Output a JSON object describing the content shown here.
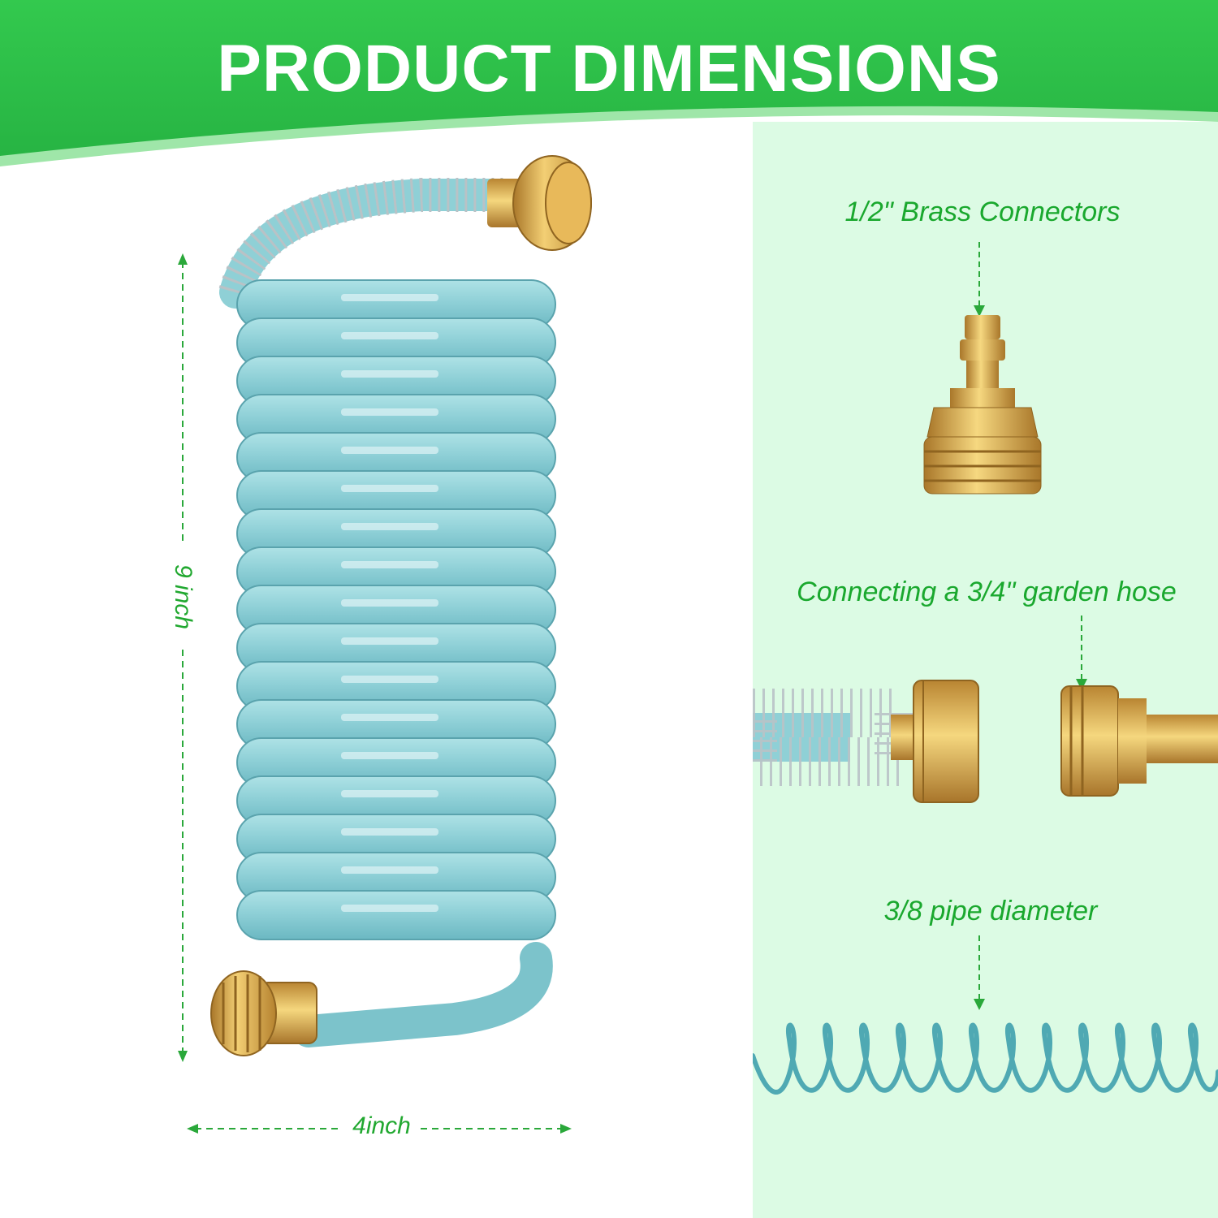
{
  "header": {
    "title": "PRODUCT DIMENSIONS"
  },
  "dimensions": {
    "height_label": "9 inch",
    "width_label": "4inch"
  },
  "callouts": {
    "connectors": "1/2\" Brass Connectors",
    "garden_hose": "Connecting a 3/4\" garden hose",
    "diameter": "3/8 pipe diameter"
  },
  "colors": {
    "header_green": "#2fc24d",
    "label_green": "#1aa82e",
    "hose_blue": "#8fd0d6",
    "brass": "#d9a83c",
    "panel_green": "#dcfbe4"
  }
}
